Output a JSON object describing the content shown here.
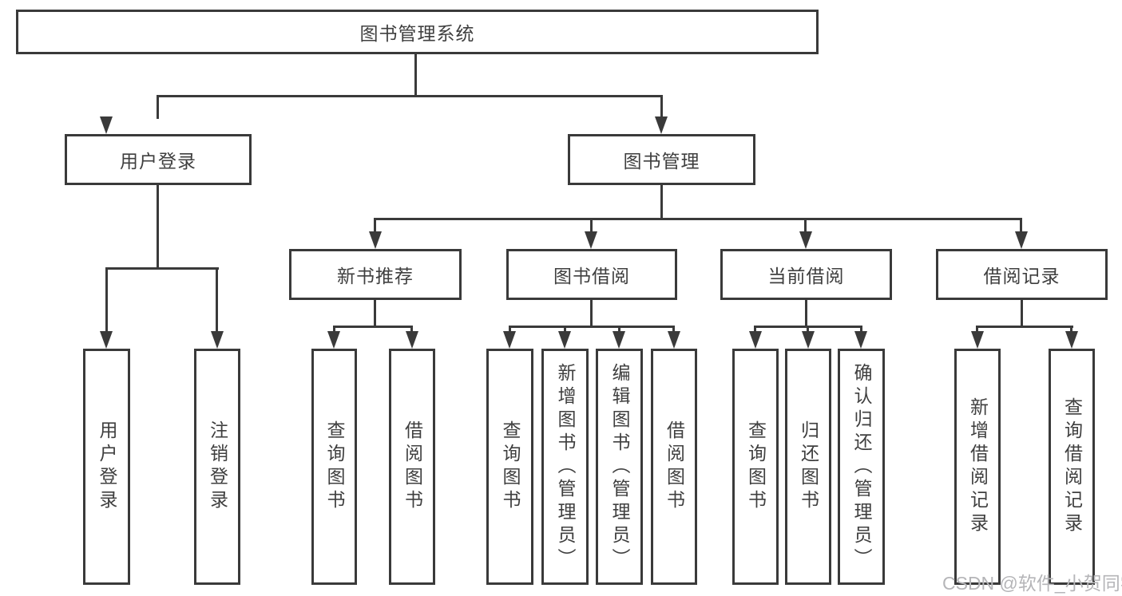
{
  "diagram": {
    "title_node": "图书管理系统",
    "root": {
      "label": "图书管理系统"
    },
    "level2": [
      {
        "label": "用户登录"
      },
      {
        "label": "图书管理"
      }
    ],
    "level3": [
      {
        "label": "新书推荐",
        "parent": "图书管理"
      },
      {
        "label": "图书借阅",
        "parent": "图书管理"
      },
      {
        "label": "当前借阅",
        "parent": "图书管理"
      },
      {
        "label": "借阅记录",
        "parent": "图书管理"
      }
    ],
    "leaves": [
      {
        "parent": "用户登录",
        "items": [
          {
            "label": "用户登录"
          },
          {
            "label": "注销登录"
          }
        ]
      },
      {
        "parent": "新书推荐",
        "items": [
          {
            "label": "查询图书"
          },
          {
            "label": "借阅图书"
          }
        ]
      },
      {
        "parent": "图书借阅",
        "items": [
          {
            "label": "查询图书"
          },
          {
            "label": "新增图书（管理员）"
          },
          {
            "label": "编辑图书（管理员）"
          },
          {
            "label": "借阅图书"
          }
        ]
      },
      {
        "parent": "当前借阅",
        "items": [
          {
            "label": "查询图书"
          },
          {
            "label": "归还图书"
          },
          {
            "label": "确认归还（管理员）"
          }
        ]
      },
      {
        "parent": "借阅记录",
        "items": [
          {
            "label": "新增借阅记录"
          },
          {
            "label": "查询借阅记录"
          }
        ]
      }
    ]
  },
  "watermark": {
    "text": "CSDN @软件_小贺同学"
  },
  "colors": {
    "line": "#3a3a3a",
    "text": "#3f3f3f",
    "watermark": "#b5b5b8",
    "background": "#ffffff"
  }
}
